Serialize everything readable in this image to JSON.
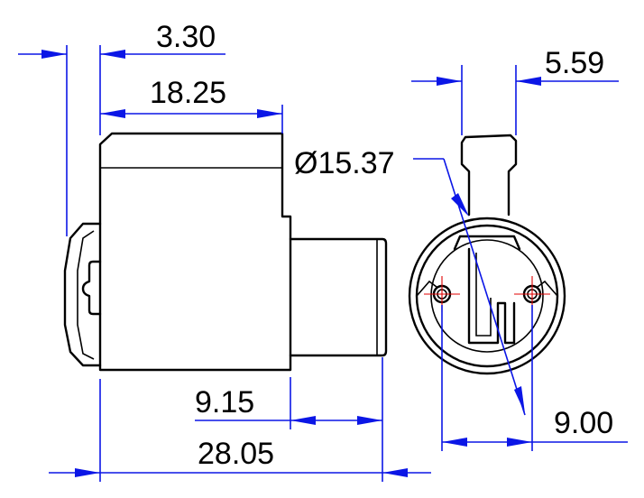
{
  "dimensions": {
    "d_3_30": "3.30",
    "d_18_25": "18.25",
    "d_15_37": "Ø15.37",
    "d_5_59": "5.59",
    "d_9_15": "9.15",
    "d_28_05": "28.05",
    "d_9_00": "9.00"
  },
  "colors": {
    "outline": "#000000",
    "dimension": "#0b16e6",
    "centerline": "#e00000",
    "background": "#ffffff"
  }
}
